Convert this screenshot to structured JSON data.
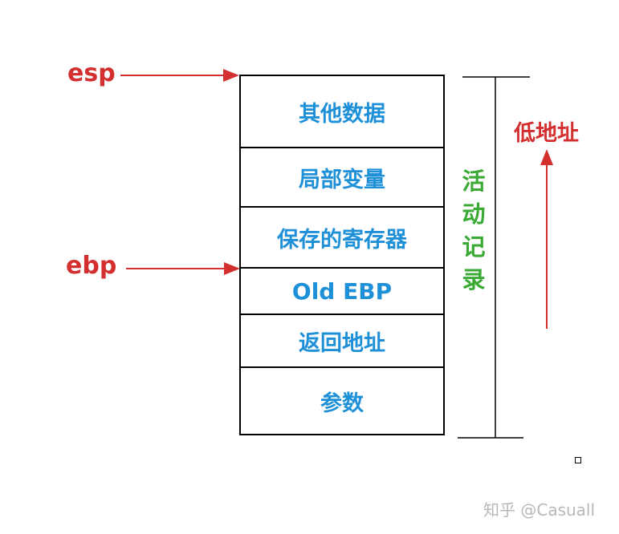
{
  "pointers": {
    "esp": "esp",
    "ebp": "ebp"
  },
  "stack": {
    "cells": [
      "其他数据",
      "局部变量",
      "保存的寄存器",
      "Old EBP",
      "返回地址",
      "参数"
    ]
  },
  "activation_record": [
    "活",
    "动",
    "记",
    "录"
  ],
  "direction_label": "低地址",
  "watermark": "知乎 @Casuall",
  "colors": {
    "cell_text": "#1E90D8",
    "pointer": "#D42F2F",
    "record": "#3AAA35",
    "border": "#000000"
  }
}
